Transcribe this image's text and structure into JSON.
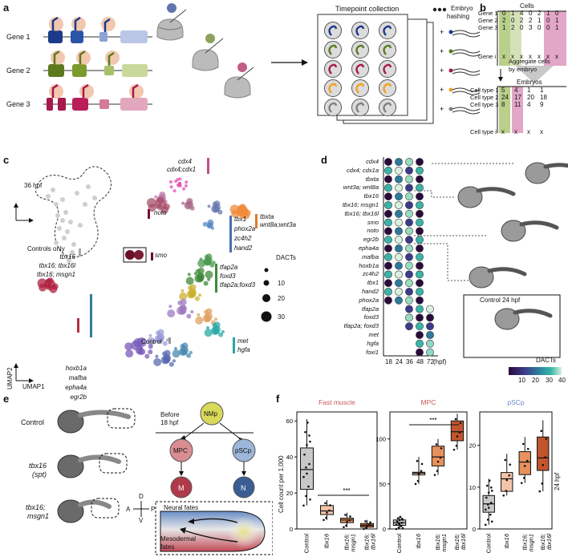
{
  "panels": {
    "a": "a",
    "b": "b",
    "c": "c",
    "d": "d",
    "e": "e",
    "f": "f"
  },
  "panel_a": {
    "genes": [
      "Gene 1",
      "Gene 2",
      "Gene 3"
    ],
    "timepoint": "Timepoint collection",
    "hashing": "Embryo\nhashing",
    "hashing_l1": "Embryo",
    "hashing_l2": "hashing"
  },
  "panel_b": {
    "cells_title": "Cells",
    "gene_rows": [
      {
        "label": "Gene 1",
        "vals": [
          "0",
          "1",
          "4",
          "0",
          "2",
          "1",
          "0"
        ]
      },
      {
        "label": "Gene 2",
        "vals": [
          "2",
          "0",
          "2",
          "2",
          "1",
          "0",
          "1"
        ]
      },
      {
        "label": "Gene 3",
        "vals": [
          "1",
          "2",
          "0",
          "3",
          "0",
          "0",
          "1"
        ]
      },
      {
        "label": "Gene i",
        "vals": [
          "x",
          "x",
          "x",
          "x",
          "x",
          "x",
          "x"
        ]
      }
    ],
    "aggregate": "Aggregate cells by embryo",
    "aggregate_l1": "Aggregate cells",
    "aggregate_l2": "by embryo",
    "embryos_title": "Embryos",
    "type_rows": [
      {
        "label": "Cell type 1",
        "vals": [
          "5",
          "4",
          "1",
          "1"
        ]
      },
      {
        "label": "Cell type 2",
        "vals": [
          "24",
          "17",
          "20",
          "18"
        ]
      },
      {
        "label": "Cell type 3",
        "vals": [
          "8",
          "11",
          "4",
          "9"
        ]
      },
      {
        "label": "Cell type i",
        "vals": [
          "x",
          "x",
          "x",
          "x"
        ]
      }
    ]
  },
  "panel_c": {
    "stage": "36 hpf",
    "controls_only": "Controls only",
    "labels": {
      "cdx4": "cdx4",
      "cdx4cdx1": "cdx4;cdx1",
      "noto": "noto",
      "smo": "smo",
      "tbx1": "tbx1",
      "phox2a": "phox2a",
      "zc4h2": "zc4h2",
      "hand2": "hand2",
      "tbxta": "tbxta",
      "wnt8a": "wnt8a;wnt3a",
      "tbx16": "tbx16",
      "tbx16tbx16l": "tbx16; tbx16l",
      "tbx16msgn1": "tbx16; msgn1",
      "tfap2a": "tfap2a",
      "foxd3": "foxd3",
      "tfap2afoxd3": "tfap2a;foxd3",
      "control": "Control",
      "met": "met",
      "hgfa": "hgfa",
      "hoxb1a": "hoxb1a",
      "mafba": "mafba",
      "epha4a": "epha4a",
      "egr2b": "egr2b"
    },
    "dacts_title": "DACTs",
    "dacts_sizes": [
      "10",
      "20",
      "30"
    ],
    "umap1": "UMAP1",
    "umap2": "UMAP2"
  },
  "panel_d": {
    "rows": [
      "cdx4",
      "cdx4; cdx1a",
      "tbxta",
      "wnt3a; wnt8a",
      "tbx16",
      "tbx16; msgn1",
      "tbx16; tbx16l",
      "smo",
      "noto",
      "egr2b",
      "epha4a",
      "mafba",
      "hoxb1a",
      "zc4h2",
      "tbx1",
      "hand2",
      "phox2a",
      "tfap2a",
      "foxd3",
      "tfap2a; foxd3",
      "met",
      "hgfa",
      "foxi1"
    ],
    "timepoints": [
      "18",
      "24",
      "36",
      "48",
      "72"
    ],
    "hpf": "(hpf)",
    "control_label": "Control 24 hpf",
    "dacts_title": "DACTs",
    "dacts_ticks": [
      "10",
      "20",
      "30",
      "40"
    ]
  },
  "panel_e": {
    "conditions": [
      "Control",
      "tbx16",
      "(spt)",
      "tbx16;",
      "msgn1"
    ],
    "before": "Before\n18 hpf",
    "before_l1": "Before",
    "before_l2": "18 hpf",
    "nodes": {
      "nmp": "NMp",
      "mpc": "MPC",
      "pscp": "pSCp",
      "m": "M",
      "n": "N"
    },
    "neural": "Neural fates",
    "meso": "Mesodermal\nfates",
    "meso_l1": "Mesodermal",
    "meso_l2": "fates",
    "axis": {
      "d": "D",
      "v": "V",
      "a": "A",
      "p": "P"
    }
  },
  "panel_f": {
    "ylabel": "Cell count per 1,000",
    "side_label": "24 hpf",
    "sig": "***",
    "groups": [
      "Control",
      "tbx16",
      "tbx16;\nmsgn1",
      "tbx16;\ntbx16l"
    ],
    "group_l1": [
      "Control",
      "tbx16",
      "tbx16;",
      "tbx16;"
    ],
    "group_l2": [
      "",
      "",
      "msgn1",
      "tbx16l"
    ]
  },
  "chart_data": [
    {
      "type": "box",
      "title": "Fast muscle",
      "categories": [
        "Control",
        "tbx16",
        "tbx16; msgn1",
        "tbx16; tbx16l"
      ],
      "ylim": [
        0,
        65
      ],
      "yticks": [
        0,
        20,
        40,
        60
      ],
      "boxes": [
        {
          "q1": 22,
          "median": 33,
          "q3": 45,
          "min": 13,
          "max": 61
        },
        {
          "q1": 8,
          "median": 10,
          "q3": 13,
          "min": 5,
          "max": 16
        },
        {
          "q1": 3.5,
          "median": 5,
          "q3": 6,
          "min": 1,
          "max": 9
        },
        {
          "q1": 1,
          "median": 2,
          "q3": 3,
          "min": 0,
          "max": 5
        }
      ],
      "colors": [
        "#c8c8c8",
        "#f2c4a8",
        "#e8915c",
        "#c2552e"
      ]
    },
    {
      "type": "box",
      "title": "MPC",
      "categories": [
        "Control",
        "tbx16",
        "tbx16; msgn1",
        "tbx16; tbx16l"
      ],
      "ylim": [
        0,
        130
      ],
      "yticks": [
        0,
        50,
        100
      ],
      "boxes": [
        {
          "q1": 4,
          "median": 7,
          "q3": 10,
          "min": 0,
          "max": 14
        },
        {
          "q1": 60,
          "median": 62,
          "q3": 63,
          "min": 50,
          "max": 80
        },
        {
          "q1": 70,
          "median": 80,
          "q3": 92,
          "min": 60,
          "max": 100
        },
        {
          "q1": 98,
          "median": 108,
          "q3": 120,
          "min": 88,
          "max": 128
        }
      ],
      "colors": [
        "#c8c8c8",
        "#f2c4a8",
        "#e8915c",
        "#c2552e"
      ]
    },
    {
      "type": "box",
      "title": "pSCp",
      "categories": [
        "Control",
        "tbx16",
        "tbx16; msgn1",
        "tbx16; tbx16l"
      ],
      "ylim": [
        0,
        28
      ],
      "yticks": [
        0,
        10,
        20
      ],
      "boxes": [
        {
          "q1": 4,
          "median": 6,
          "q3": 8,
          "min": 1,
          "max": 12
        },
        {
          "q1": 9,
          "median": 12,
          "q3": 13.5,
          "min": 8,
          "max": 18
        },
        {
          "q1": 13,
          "median": 16,
          "q3": 18.5,
          "min": 11,
          "max": 22
        },
        {
          "q1": 14,
          "median": 17,
          "q3": 22,
          "min": 9,
          "max": 26
        }
      ],
      "colors": [
        "#c8c8c8",
        "#f2c4a8",
        "#e8915c",
        "#c2552e"
      ]
    }
  ]
}
